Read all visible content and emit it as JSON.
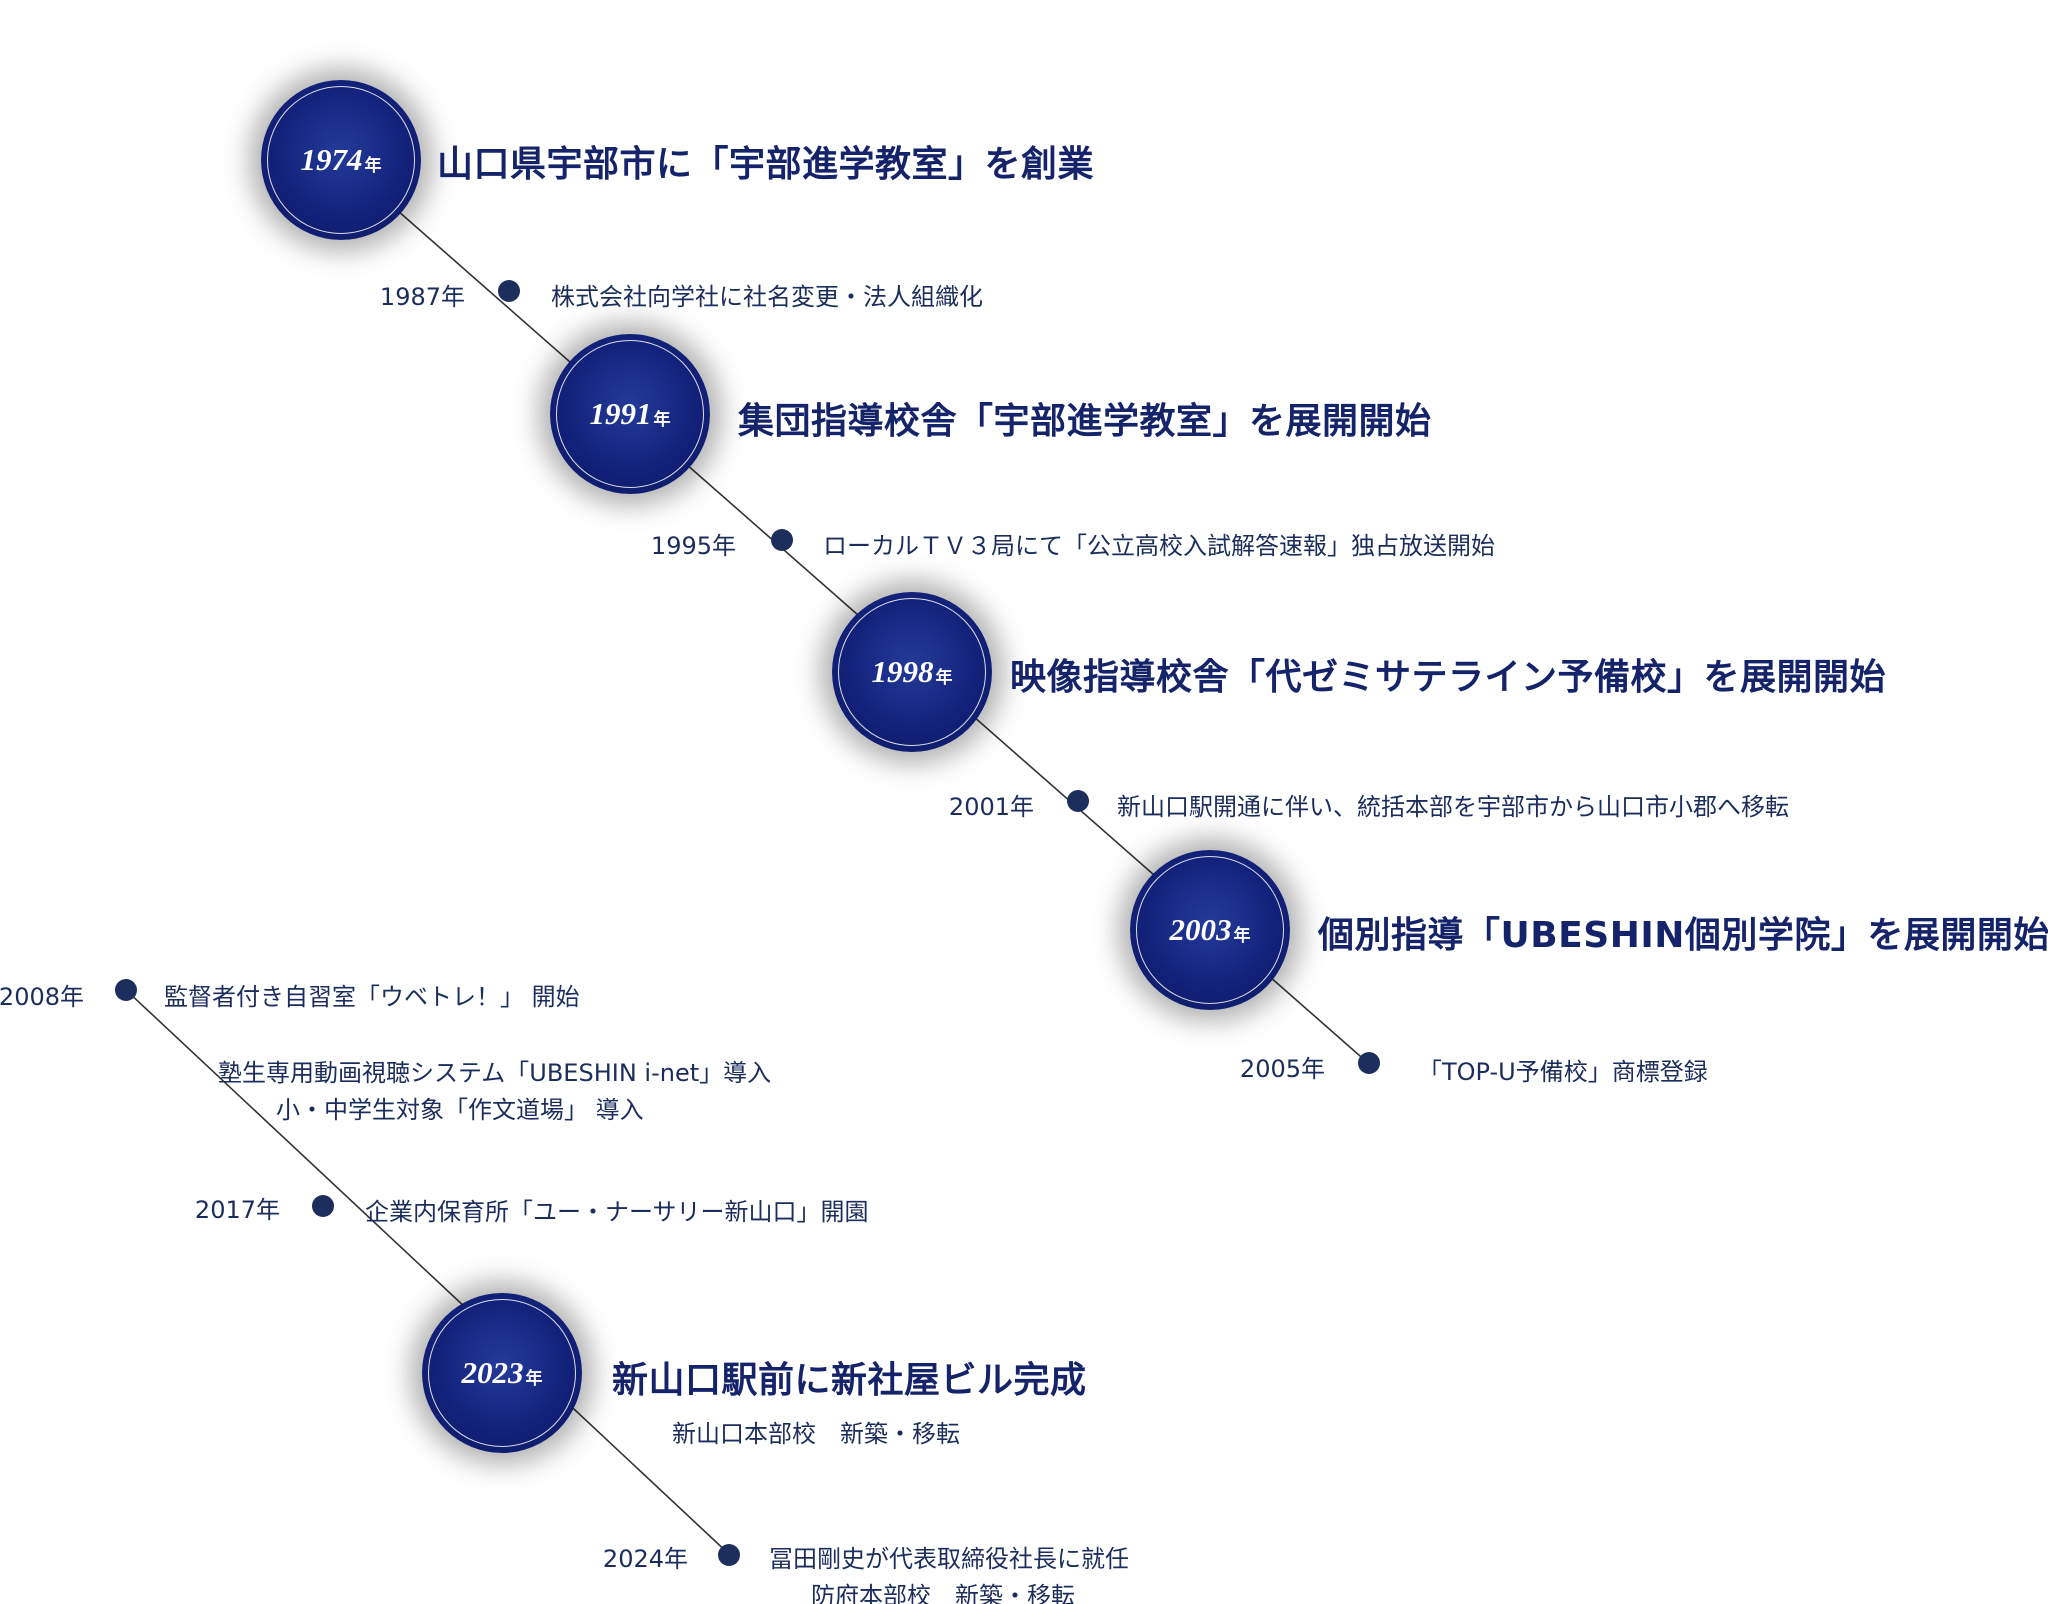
{
  "timeline": {
    "major": [
      {
        "year": "1974",
        "suffix": "年",
        "title": "山口県宇部市に「宇部進学教室」を創業",
        "sub": ""
      },
      {
        "year": "1991",
        "suffix": "年",
        "title": "集団指導校舎「宇部進学教室」を展開開始",
        "sub": ""
      },
      {
        "year": "1998",
        "suffix": "年",
        "title": "映像指導校舎「代ゼミサテライン予備校」を展開開始",
        "sub": ""
      },
      {
        "year": "2003",
        "suffix": "年",
        "title": "個別指導「UBESHIN個別学院」を展開開始",
        "sub": ""
      },
      {
        "year": "2023",
        "suffix": "年",
        "title": "新山口駅前に新社屋ビル完成",
        "sub": "新山口本部校　新築・移転"
      }
    ],
    "minor": [
      {
        "year": "1987年",
        "lines": [
          "株式会社向学社に社名変更・法人組織化"
        ]
      },
      {
        "year": "1995年",
        "lines": [
          "ローカルＴＶ３局にて「公立高校入試解答速報」独占放送開始"
        ]
      },
      {
        "year": "2001年",
        "lines": [
          "新山口駅開通に伴い、統括本部を宇部市から山口市小郡へ移転"
        ]
      },
      {
        "year": "2005年",
        "lines": [
          "「TOP-U予備校」商標登録"
        ]
      },
      {
        "year": "2008年",
        "lines": [
          "監督者付き自習室「ウベトレ！」 開始",
          "塾生専用動画視聴システム「UBESHIN i-net」導入",
          "小・中学生対象「作文道場」 導入"
        ]
      },
      {
        "year": "2017年",
        "lines": [
          "企業内保育所「ユー・ナーサリー新山口」開園"
        ]
      },
      {
        "year": "2024年",
        "lines": [
          "冨田剛史が代表取締役社長に就任",
          "防府本部校　新築・移転"
        ]
      }
    ]
  },
  "colors": {
    "circle_dark": "#0b175c",
    "circle_mid": "#12227a",
    "text_title": "#15246a",
    "text_body": "#1b2d5c",
    "dot": "#1c2e5c",
    "connector": "#333333"
  }
}
